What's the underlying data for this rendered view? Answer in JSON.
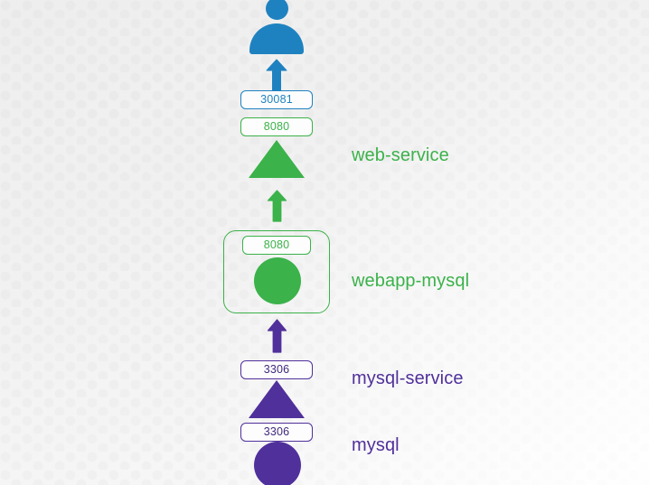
{
  "diagram": {
    "type": "kubernetes-topology",
    "title": "",
    "background_color": "#f3f3f3",
    "colors": {
      "blue": "#1f82c0",
      "green": "#3bb24a",
      "purple": "#50309b",
      "chip_text_purple": "#3f2a7e",
      "chip_background": "#fdfdfd"
    },
    "actor": {
      "name": "user",
      "icon": "person-icon",
      "color": "#1f82c0"
    },
    "nodes": [
      {
        "id": "web-service",
        "label": "web-service",
        "shape": "triangle",
        "kind": "service",
        "color": "#3bb24a",
        "ports": [
          {
            "value": "30081",
            "color": "#1f82c0",
            "kind": "nodeport"
          },
          {
            "value": "8080",
            "color": "#3bb24a",
            "kind": "port"
          }
        ]
      },
      {
        "id": "webapp-mysql",
        "label": "webapp-mysql",
        "shape": "circle",
        "kind": "pod",
        "color": "#3bb24a",
        "container": "rounded-rect",
        "ports": [
          {
            "value": "8080",
            "color": "#3bb24a",
            "kind": "container-port"
          }
        ]
      },
      {
        "id": "mysql-service",
        "label": "mysql-service",
        "shape": "triangle",
        "kind": "service",
        "color": "#50309b",
        "ports": [
          {
            "value": "3306",
            "color": "#50309b",
            "kind": "port"
          }
        ]
      },
      {
        "id": "mysql",
        "label": "mysql",
        "shape": "circle",
        "kind": "pod",
        "color": "#50309b",
        "ports": [
          {
            "value": "3306",
            "color": "#50309b",
            "kind": "container-port"
          }
        ]
      }
    ],
    "connections": [
      {
        "from": "web-service",
        "to": "user",
        "direction": "up",
        "color": "#1f82c0"
      },
      {
        "from": "webapp-mysql",
        "to": "web-service",
        "direction": "up",
        "color": "#3bb24a"
      },
      {
        "from": "mysql-service",
        "to": "webapp-mysql",
        "direction": "up",
        "color": "#50309b"
      },
      {
        "from": "mysql",
        "to": "mysql-service",
        "direction": "up",
        "color": "#50309b"
      }
    ]
  }
}
